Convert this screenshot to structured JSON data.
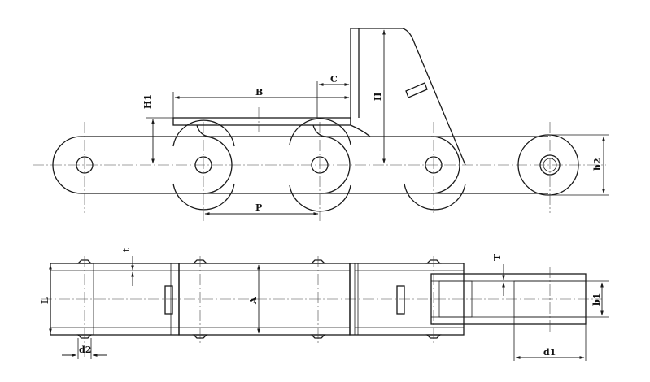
{
  "labels": {
    "B": "B",
    "C": "C",
    "H1": "H1",
    "H": "H",
    "h2": "h2",
    "P": "P",
    "t": "t",
    "T": "T",
    "L": "L",
    "A": "A",
    "b1": "b1",
    "d2": "d2",
    "d1": "d1"
  },
  "colors": {
    "line": "#1a1a1a",
    "background": "#ffffff"
  }
}
